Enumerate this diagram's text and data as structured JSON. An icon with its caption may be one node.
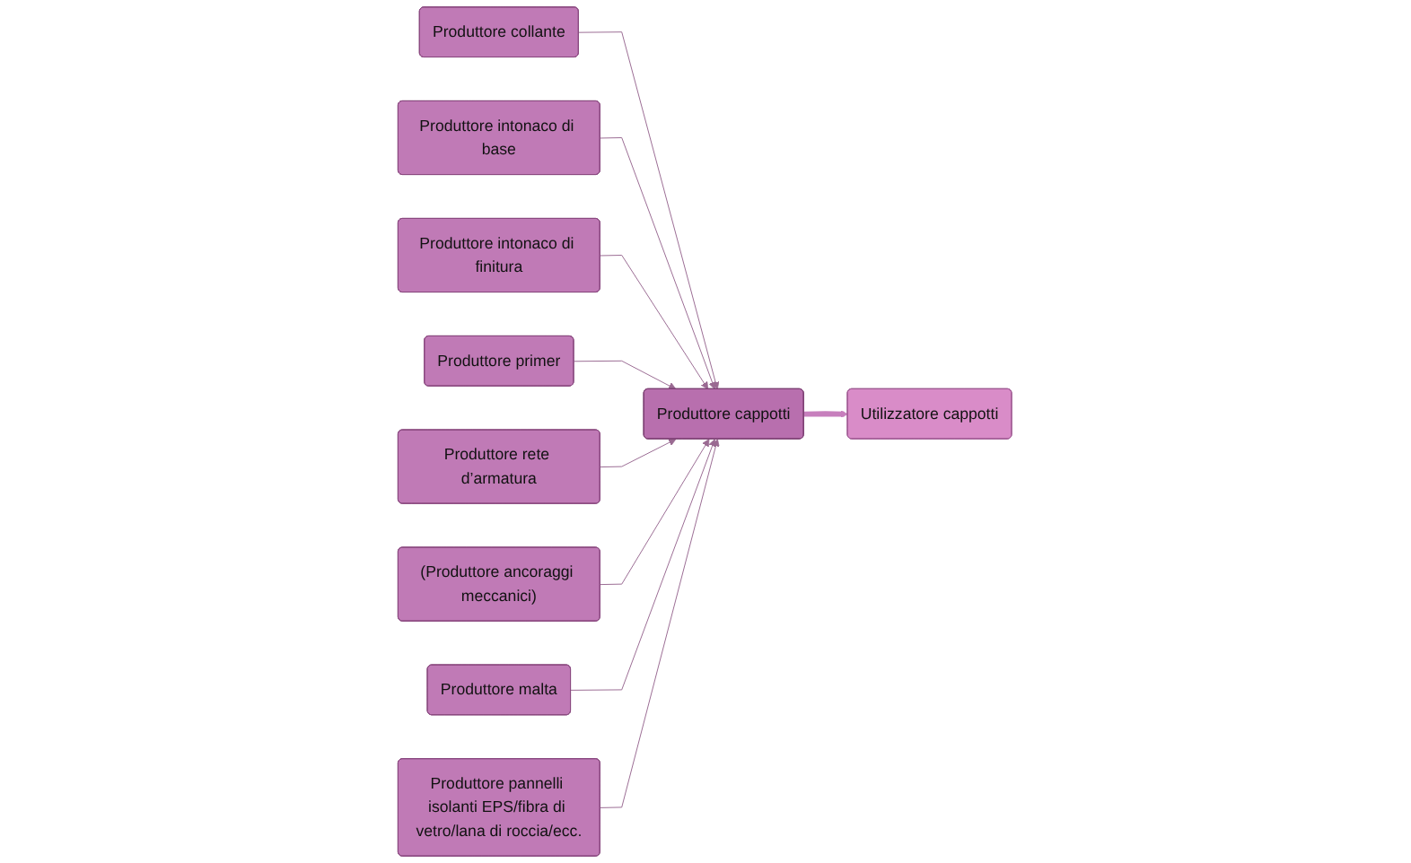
{
  "diagram": {
    "nodes": [
      {
        "text": [
          "Produttore collante"
        ]
      },
      {
        "text": [
          "Produttore intonaco di base"
        ]
      },
      {
        "text": [
          "Produttore intonaco di finitura"
        ]
      },
      {
        "text": [
          "Produttore primer"
        ]
      },
      {
        "text": [
          "Produttore rete d’armatura"
        ]
      },
      {
        "text": [
          "(Produttore ancoraggi meccanici)"
        ]
      },
      {
        "text": [
          "Produttore malta"
        ]
      },
      {
        "text": [
          "Produttore cappotti"
        ]
      },
      {
        "text": [
          "Produttore pannelli isolanti EPS/fibra di vetro/lana di roccia/ecc."
        ]
      },
      {
        "text": [
          "Utilizzatore cappotti"
        ]
      }
    ],
    "edges": [
      {
        "from": 0,
        "to": 7,
        "arrow": "to"
      },
      {
        "from": 1,
        "to": 7,
        "arrow": "to"
      },
      {
        "from": 2,
        "to": 7,
        "arrow": "to"
      },
      {
        "from": 3,
        "to": 7,
        "arrow": "to"
      },
      {
        "from": 4,
        "to": 7,
        "arrow": "to"
      },
      {
        "from": 5,
        "to": 7,
        "arrow": "to"
      },
      {
        "from": 6,
        "to": 7,
        "arrow": "to"
      },
      {
        "from": 8,
        "to": 7,
        "arrow": "to"
      },
      {
        "from": 7,
        "to": 9,
        "arrow": "to",
        "style": "thick",
        "color": "#c77fbd"
      }
    ]
  }
}
